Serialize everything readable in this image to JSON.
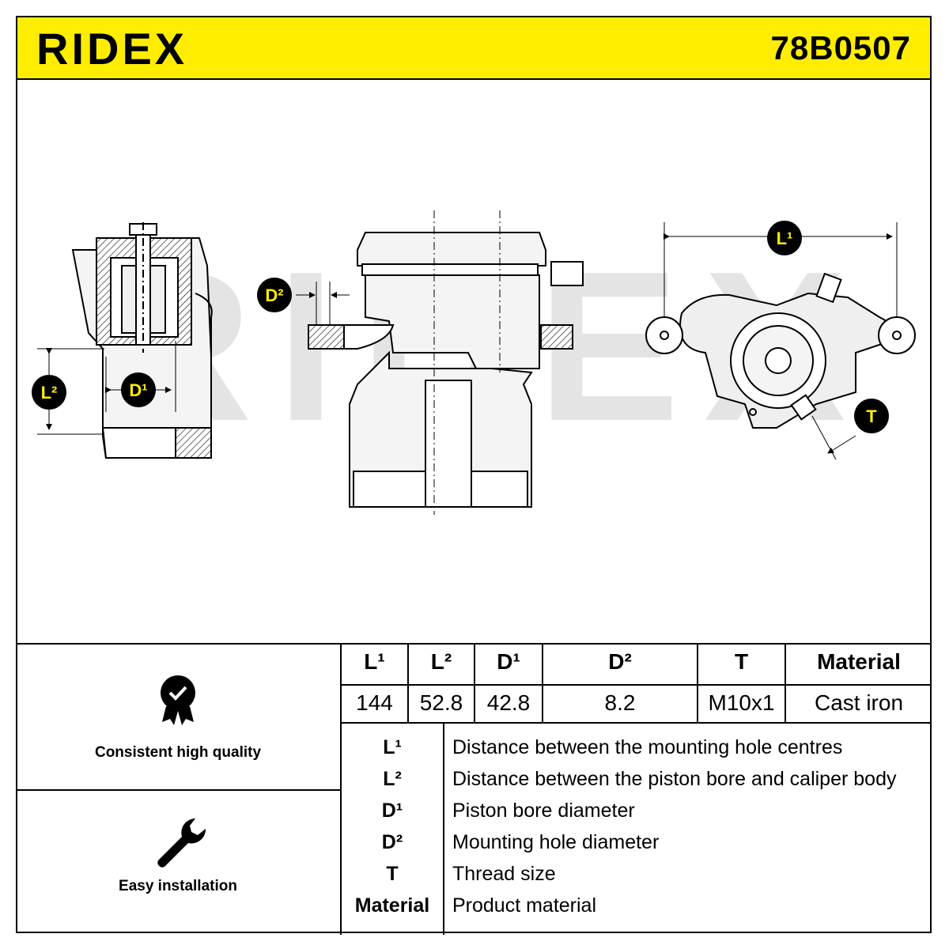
{
  "header": {
    "brand": "RIDEX",
    "part_number": "78B0507"
  },
  "drawing": {
    "watermark": "RIDEX",
    "callouts": {
      "L1": "L¹",
      "L2": "L²",
      "D1": "D¹",
      "D2": "D²",
      "T": "T"
    }
  },
  "features": [
    {
      "label": "Consistent high quality",
      "icon": "quality-badge-icon"
    },
    {
      "label": "Easy installation",
      "icon": "wrench-icon"
    }
  ],
  "specs": {
    "headers": [
      "L¹",
      "L²",
      "D¹",
      "D²",
      "T",
      "Material"
    ],
    "values": [
      "144",
      "52.8",
      "42.8",
      "8.2",
      "M10x1",
      "Cast iron"
    ]
  },
  "legend": [
    {
      "key": "L¹",
      "desc": "Distance between the mounting hole centres"
    },
    {
      "key": "L²",
      "desc": "Distance between the piston bore and caliper body"
    },
    {
      "key": "D¹",
      "desc": "Piston bore diameter"
    },
    {
      "key": "D²",
      "desc": "Mounting hole diameter"
    },
    {
      "key": "T",
      "desc": "Thread size"
    },
    {
      "key": "Material",
      "desc": "Product material"
    }
  ],
  "colors": {
    "header_bg": "#ffed00",
    "ink": "#000000",
    "body_fill": "#ebebeb",
    "watermark": "#e2e2e2"
  }
}
